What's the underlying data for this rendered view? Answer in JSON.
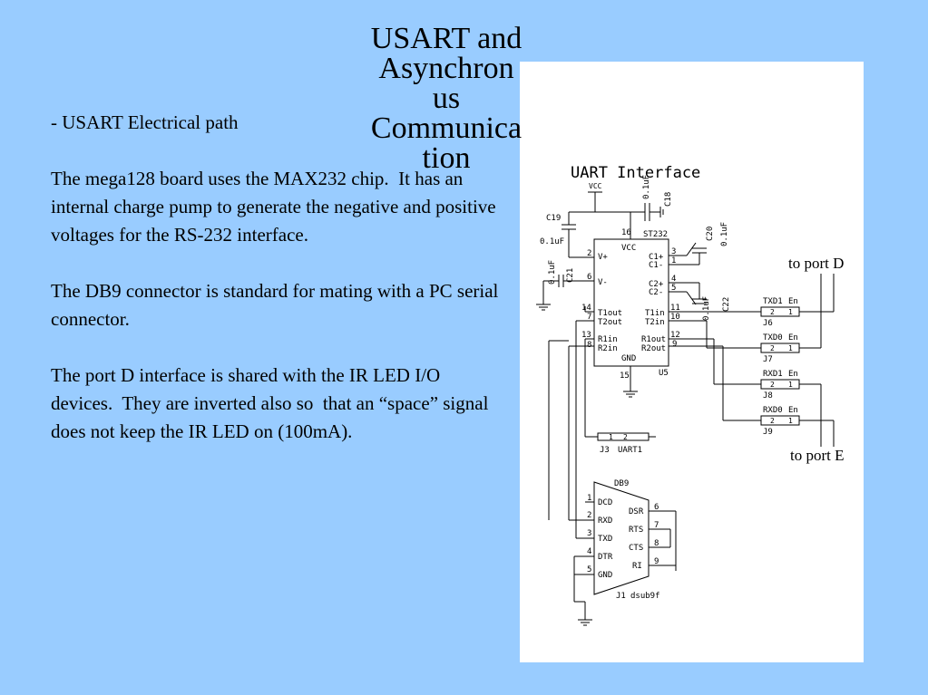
{
  "slide": {
    "title_lines": [
      "USART and",
      "Asynchron",
      "us",
      "Communica",
      "tion"
    ],
    "paragraphs": [
      "- USART Electrical path",
      "The mega128 board uses the MAX232 chip.  It has an internal charge pump to generate the negative and positive voltages for the RS-232 interface.",
      "The DB9 connector is standard for mating with a PC serial connector.",
      "The port D interface is shared with the IR LED I/O devices.  They are inverted also so  that an “space” signal does not keep the IR LED on (100mA)."
    ]
  },
  "figure": {
    "heading": "UART Interface",
    "chip": {
      "ref": "U5",
      "part": "ST232",
      "pins_left": [
        {
          "num": "2",
          "name": "V+"
        },
        {
          "num": "6",
          "name": "V-"
        },
        {
          "num": "14",
          "name": "T1out"
        },
        {
          "num": "7",
          "name": "T2out"
        },
        {
          "num": "13",
          "name": "R1in"
        },
        {
          "num": "8",
          "name": "R2in"
        }
      ],
      "pins_right": [
        {
          "num": "3",
          "name": "C1+"
        },
        {
          "num": "1",
          "name": "C1-"
        },
        {
          "num": "4",
          "name": "C2+"
        },
        {
          "num": "5",
          "name": "C2-"
        },
        {
          "num": "11",
          "name": "T1in"
        },
        {
          "num": "10",
          "name": "T2in"
        },
        {
          "num": "12",
          "name": "R1out"
        },
        {
          "num": "9",
          "name": "R2out"
        }
      ],
      "vcc_label": "VCC",
      "vcc_pin": "16",
      "gnd_label": "GND",
      "gnd_pin": "15"
    },
    "capacitors": [
      {
        "ref": "C18",
        "value": "0.1uF"
      },
      {
        "ref": "C19",
        "value": "0.1uF"
      },
      {
        "ref": "C20",
        "value": "0.1uF"
      },
      {
        "ref": "C21",
        "value": "0.1uF"
      },
      {
        "ref": "C22",
        "value": "0.1uF"
      }
    ],
    "vcc_symbol": "VCC",
    "jumpers": [
      {
        "signal": "TXD1",
        "enable": "En",
        "ref": "J6",
        "pin_a": "2",
        "pin_b": "1"
      },
      {
        "signal": "TXD0",
        "enable": "En",
        "ref": "J7",
        "pin_a": "2",
        "pin_b": "1"
      },
      {
        "signal": "RXD1",
        "enable": "En",
        "ref": "J8",
        "pin_a": "2",
        "pin_b": "1"
      },
      {
        "signal": "RXD0",
        "enable": "En",
        "ref": "J9",
        "pin_a": "2",
        "pin_b": "1"
      }
    ],
    "uart_header": {
      "ref": "J3",
      "name": "UART1",
      "pin_a": "1",
      "pin_b": "2"
    },
    "db9": {
      "title": "DB9",
      "ref": "J1",
      "part": "dsub9f",
      "pins_left": [
        {
          "num": "1",
          "name": "DCD"
        },
        {
          "num": "2",
          "name": "RXD"
        },
        {
          "num": "3",
          "name": "TXD"
        },
        {
          "num": "4",
          "name": "DTR"
        },
        {
          "num": "5",
          "name": "GND"
        }
      ],
      "pins_right": [
        {
          "num": "6",
          "name": "DSR"
        },
        {
          "num": "7",
          "name": "RTS"
        },
        {
          "num": "8",
          "name": "CTS"
        },
        {
          "num": "9",
          "name": "RI"
        }
      ]
    },
    "callouts": {
      "port_d": "to port D",
      "port_e": "to port E"
    }
  }
}
